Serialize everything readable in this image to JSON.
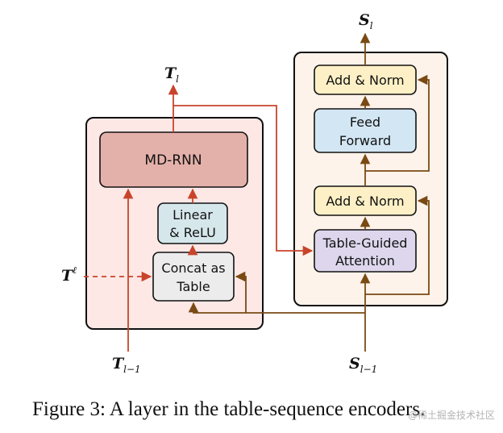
{
  "left_block": {
    "mdrnn_label": "MD-RNN",
    "linear_label_1": "Linear",
    "linear_label_2": "& ReLU",
    "concat_label_1": "Concat as",
    "concat_label_2": "Table"
  },
  "right_block": {
    "addnorm_top_label": "Add & Norm",
    "ff_label_1": "Feed",
    "ff_label_2": "Forward",
    "addnorm_bottom_label": "Add & Norm",
    "tga_label_1": "Table-Guided",
    "tga_label_2": "Attention"
  },
  "symbols": {
    "t_out_base": "T",
    "t_out_sub": "l",
    "t_in_base": "T",
    "t_in_sub": "l−1",
    "t_ext_base": "T",
    "t_ext_sup": "ℓ",
    "s_out_base": "S",
    "s_out_sub": "l",
    "s_in_base": "S",
    "s_in_sub": "l−1"
  },
  "caption": "Figure 3: A layer in the table-sequence encoders.",
  "watermark": "@稀土掘金技术社区",
  "colors": {
    "table_stream": "#c8442a",
    "sequence_stream": "#7a4a14",
    "left_bg": "#fde8e6",
    "right_bg": "#fdf3ea",
    "mdrnn_fill": "#e4b1aa",
    "linear_fill": "#d6e7ec",
    "concat_fill": "#ececec",
    "addnorm_fill": "#fdf0c6",
    "ff_fill": "#d3e6f4",
    "tga_fill": "#ddd6ec"
  }
}
